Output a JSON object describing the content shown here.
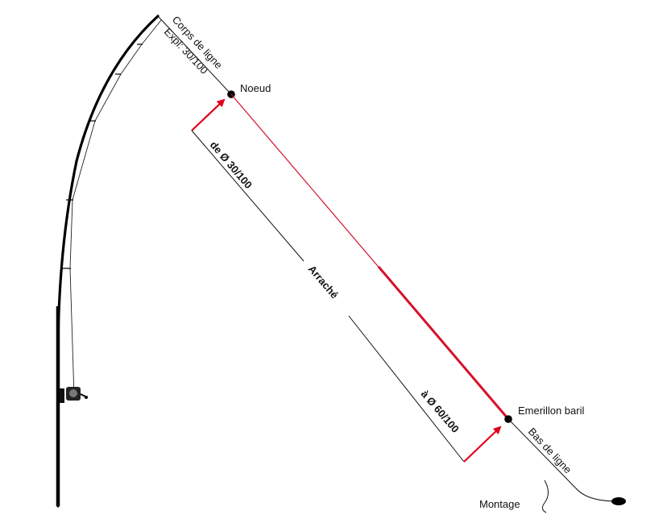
{
  "labels": {
    "main_line": "Corps de ligne",
    "main_line_example": "Expl: 30/100",
    "knot": "Noeud",
    "leader_start": "de Ø 30/100",
    "leader_name": "Arraché",
    "leader_end": "à Ø 60/100",
    "swivel": "Emerillon baril",
    "hook_line": "Bas de ligne",
    "rig": "Montage"
  },
  "colors": {
    "leader": "#d8102a",
    "arrow": "#e0001b",
    "line": "#111111",
    "rod": "#000000"
  }
}
